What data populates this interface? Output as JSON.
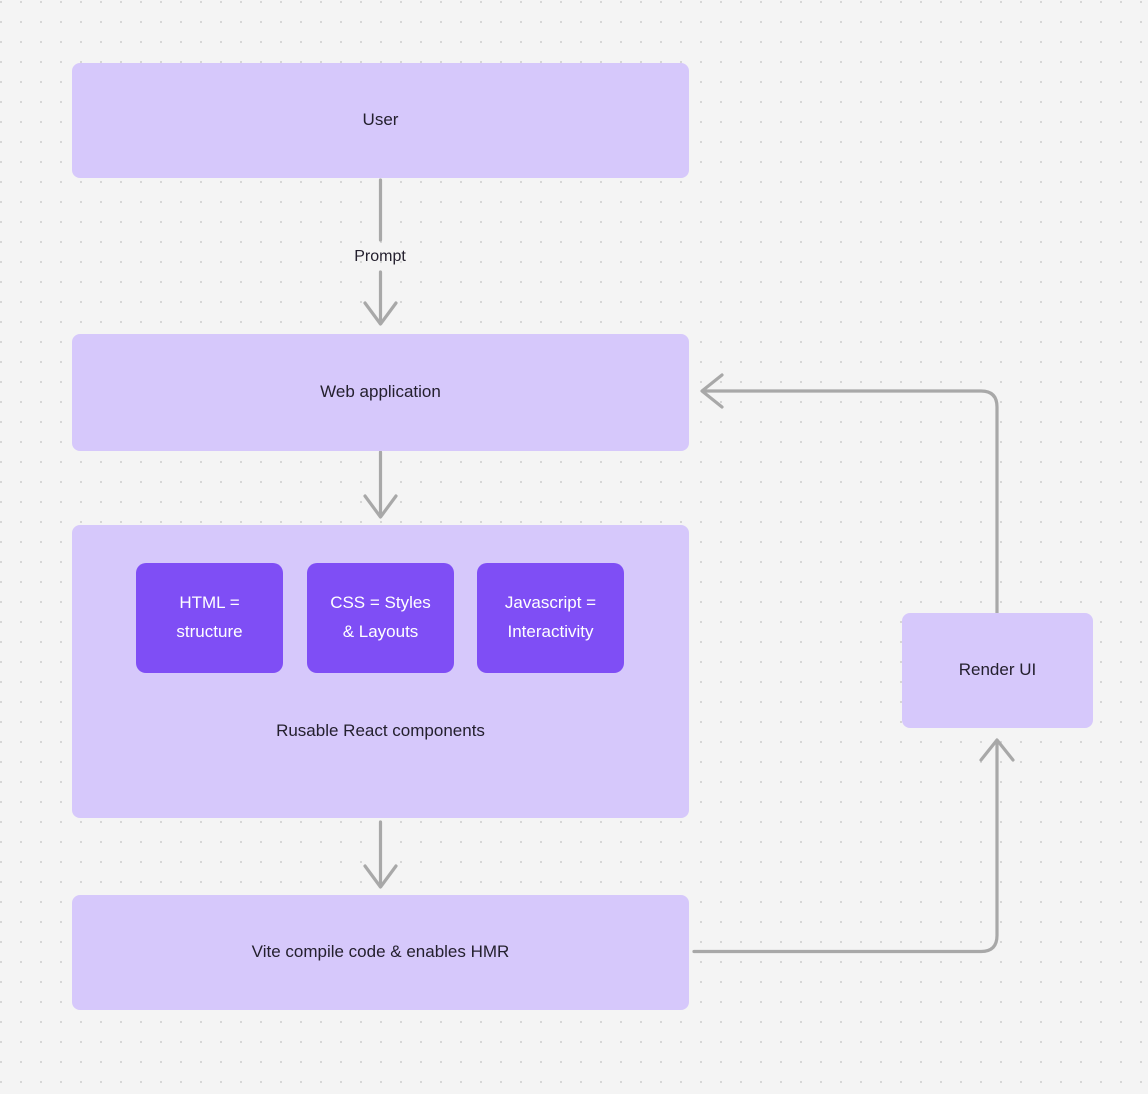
{
  "diagram": {
    "background_color": "#f4f4f4",
    "dot_color": "#d6d6d6",
    "node_fill": "#d6c8fb",
    "chip_fill": "#7f4ef5",
    "edge_color": "#a8a8a8",
    "text_color": "#24202e",
    "chip_text_color": "#ffffff"
  },
  "nodes": {
    "user": {
      "label": "User"
    },
    "web_application": {
      "label": "Web application"
    },
    "components": {
      "caption": "Rusable React components",
      "chips": [
        {
          "label": "HTML =\nstructure",
          "line1": "HTML =",
          "line2": "structure"
        },
        {
          "label": "CSS = Styles\n& Layouts",
          "line1": "CSS = Styles",
          "line2": "& Layouts"
        },
        {
          "label": "Javascript =\nInteractivity",
          "line1": "Javascript =",
          "line2": "Interactivity"
        }
      ]
    },
    "vite": {
      "label": "Vite compile code & enables HMR"
    },
    "render_ui": {
      "label": "Render UI"
    }
  },
  "edges": {
    "user_to_web": {
      "label": "Prompt"
    },
    "web_to_components": {
      "label": ""
    },
    "components_to_vite": {
      "label": ""
    },
    "vite_to_render": {
      "label": ""
    },
    "render_to_web": {
      "label": ""
    }
  }
}
